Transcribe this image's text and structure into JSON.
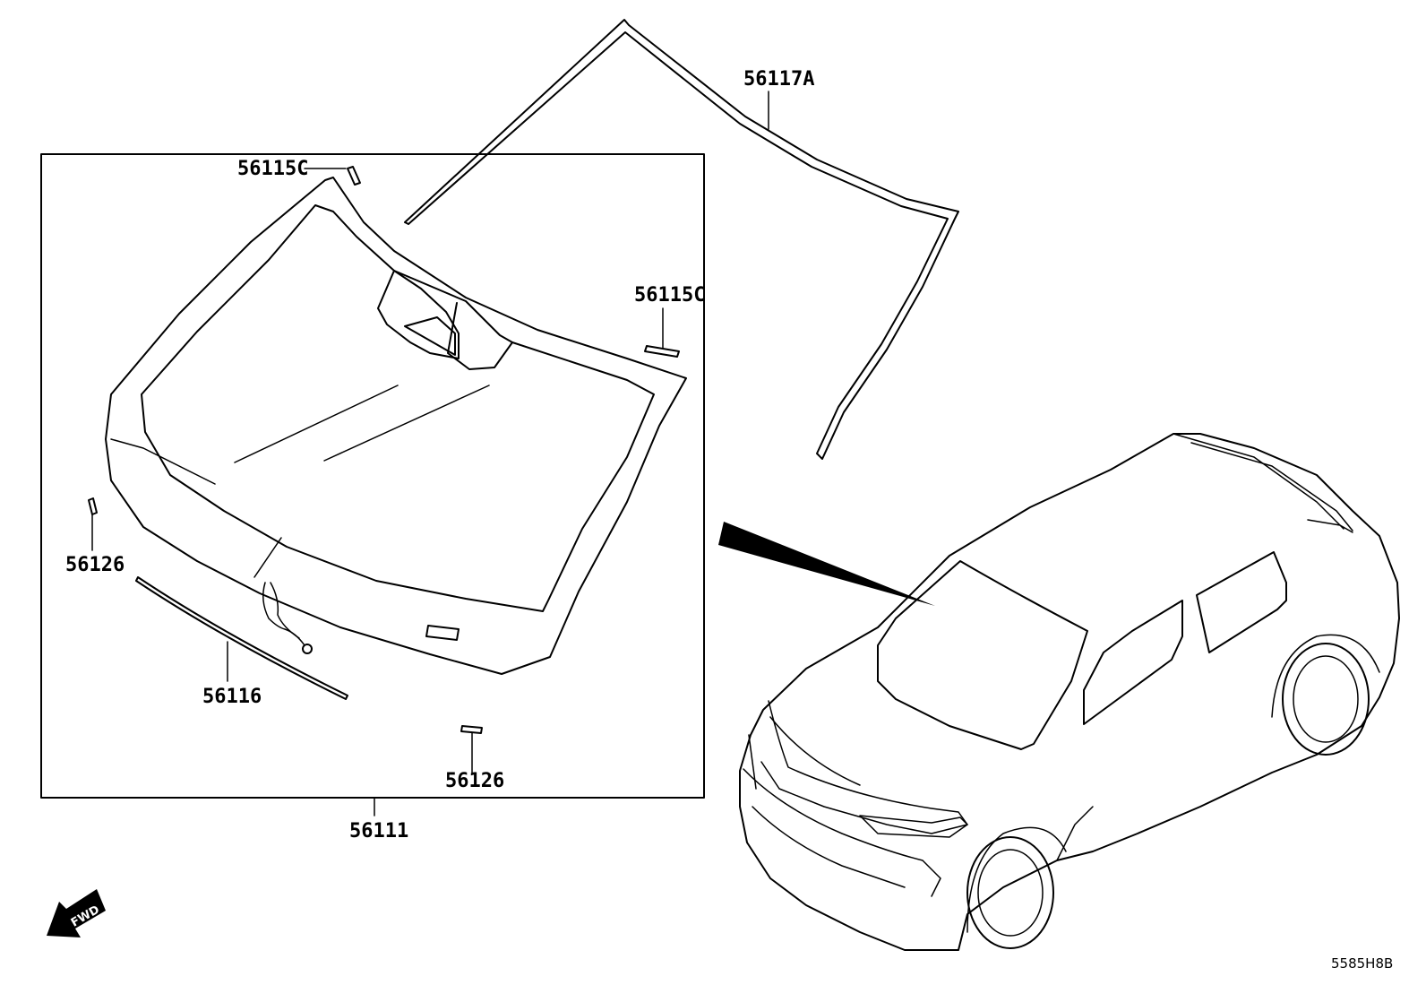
{
  "diagram": {
    "callouts": {
      "molding_upper": "56117A",
      "spacer_top": "56115C",
      "spacer_right": "56115C",
      "clip_left": "56126",
      "clip_bottom": "56126",
      "molding_lower": "56116",
      "glass_assembly": "56111"
    },
    "direction_label": "FWD",
    "drawing_code": "5585H8B"
  }
}
